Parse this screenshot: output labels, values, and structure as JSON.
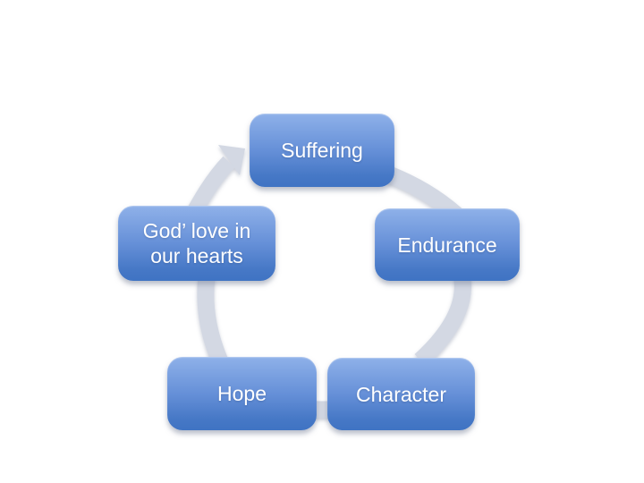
{
  "slide": {
    "background_color": "#FFFFFF",
    "diagram": {
      "type": "cycle",
      "flow_direction": "clockwise",
      "ring_color": "#D3D8E3",
      "node_fill_top": "#8FB1E9",
      "node_fill_bottom": "#3F73C3",
      "node_text_color": "#FFFFFF",
      "arrow": {
        "color": "#D3D8E3",
        "points_to": "Suffering"
      },
      "nodes": [
        {
          "label": "Suffering",
          "position": "top"
        },
        {
          "label": "Endurance",
          "position": "right"
        },
        {
          "label": "Character",
          "position": "bottom-right"
        },
        {
          "label": "Hope",
          "position": "bottom-left"
        },
        {
          "label": "God’ love in\nour hearts",
          "position": "left"
        }
      ]
    }
  }
}
